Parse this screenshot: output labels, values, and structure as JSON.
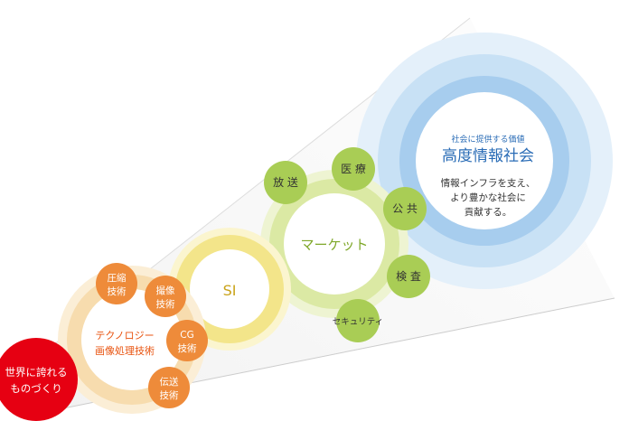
{
  "origin": {
    "line1": "世界に誇れる",
    "line2": "ものづくり",
    "color": "#e60012"
  },
  "technology": {
    "line1": "テクノロジー",
    "line2": "画像処理技術",
    "ring_color": "#f7dcae",
    "text_color": "#e8530f",
    "bubbles": [
      {
        "line1": "圧縮",
        "line2": "技術"
      },
      {
        "line1": "撮像",
        "line2": "技術"
      },
      {
        "line1": "CG",
        "line2": "技術"
      },
      {
        "line1": "伝送",
        "line2": "技術"
      }
    ],
    "bubble_color": "#ee8b3a"
  },
  "si": {
    "label": "SI",
    "ring_color": "#f3e58a",
    "text_color": "#c9a31a"
  },
  "market": {
    "label": "マーケット",
    "ring_color": "#dbe9a4",
    "text_color": "#7fa82a",
    "bubbles": [
      {
        "label": "放 送"
      },
      {
        "label": "医 療"
      },
      {
        "label": "公 共"
      },
      {
        "label": "検 査"
      },
      {
        "label": "セキュリティ"
      }
    ],
    "bubble_color": "#a9cd55"
  },
  "society": {
    "subtitle": "社会に提供する価値",
    "title": "高度情報社会",
    "desc1": "情報インフラを支え、",
    "desc2": "より豊かな社会に",
    "desc3": "貢献する。",
    "accent": "#2a6cb6"
  }
}
